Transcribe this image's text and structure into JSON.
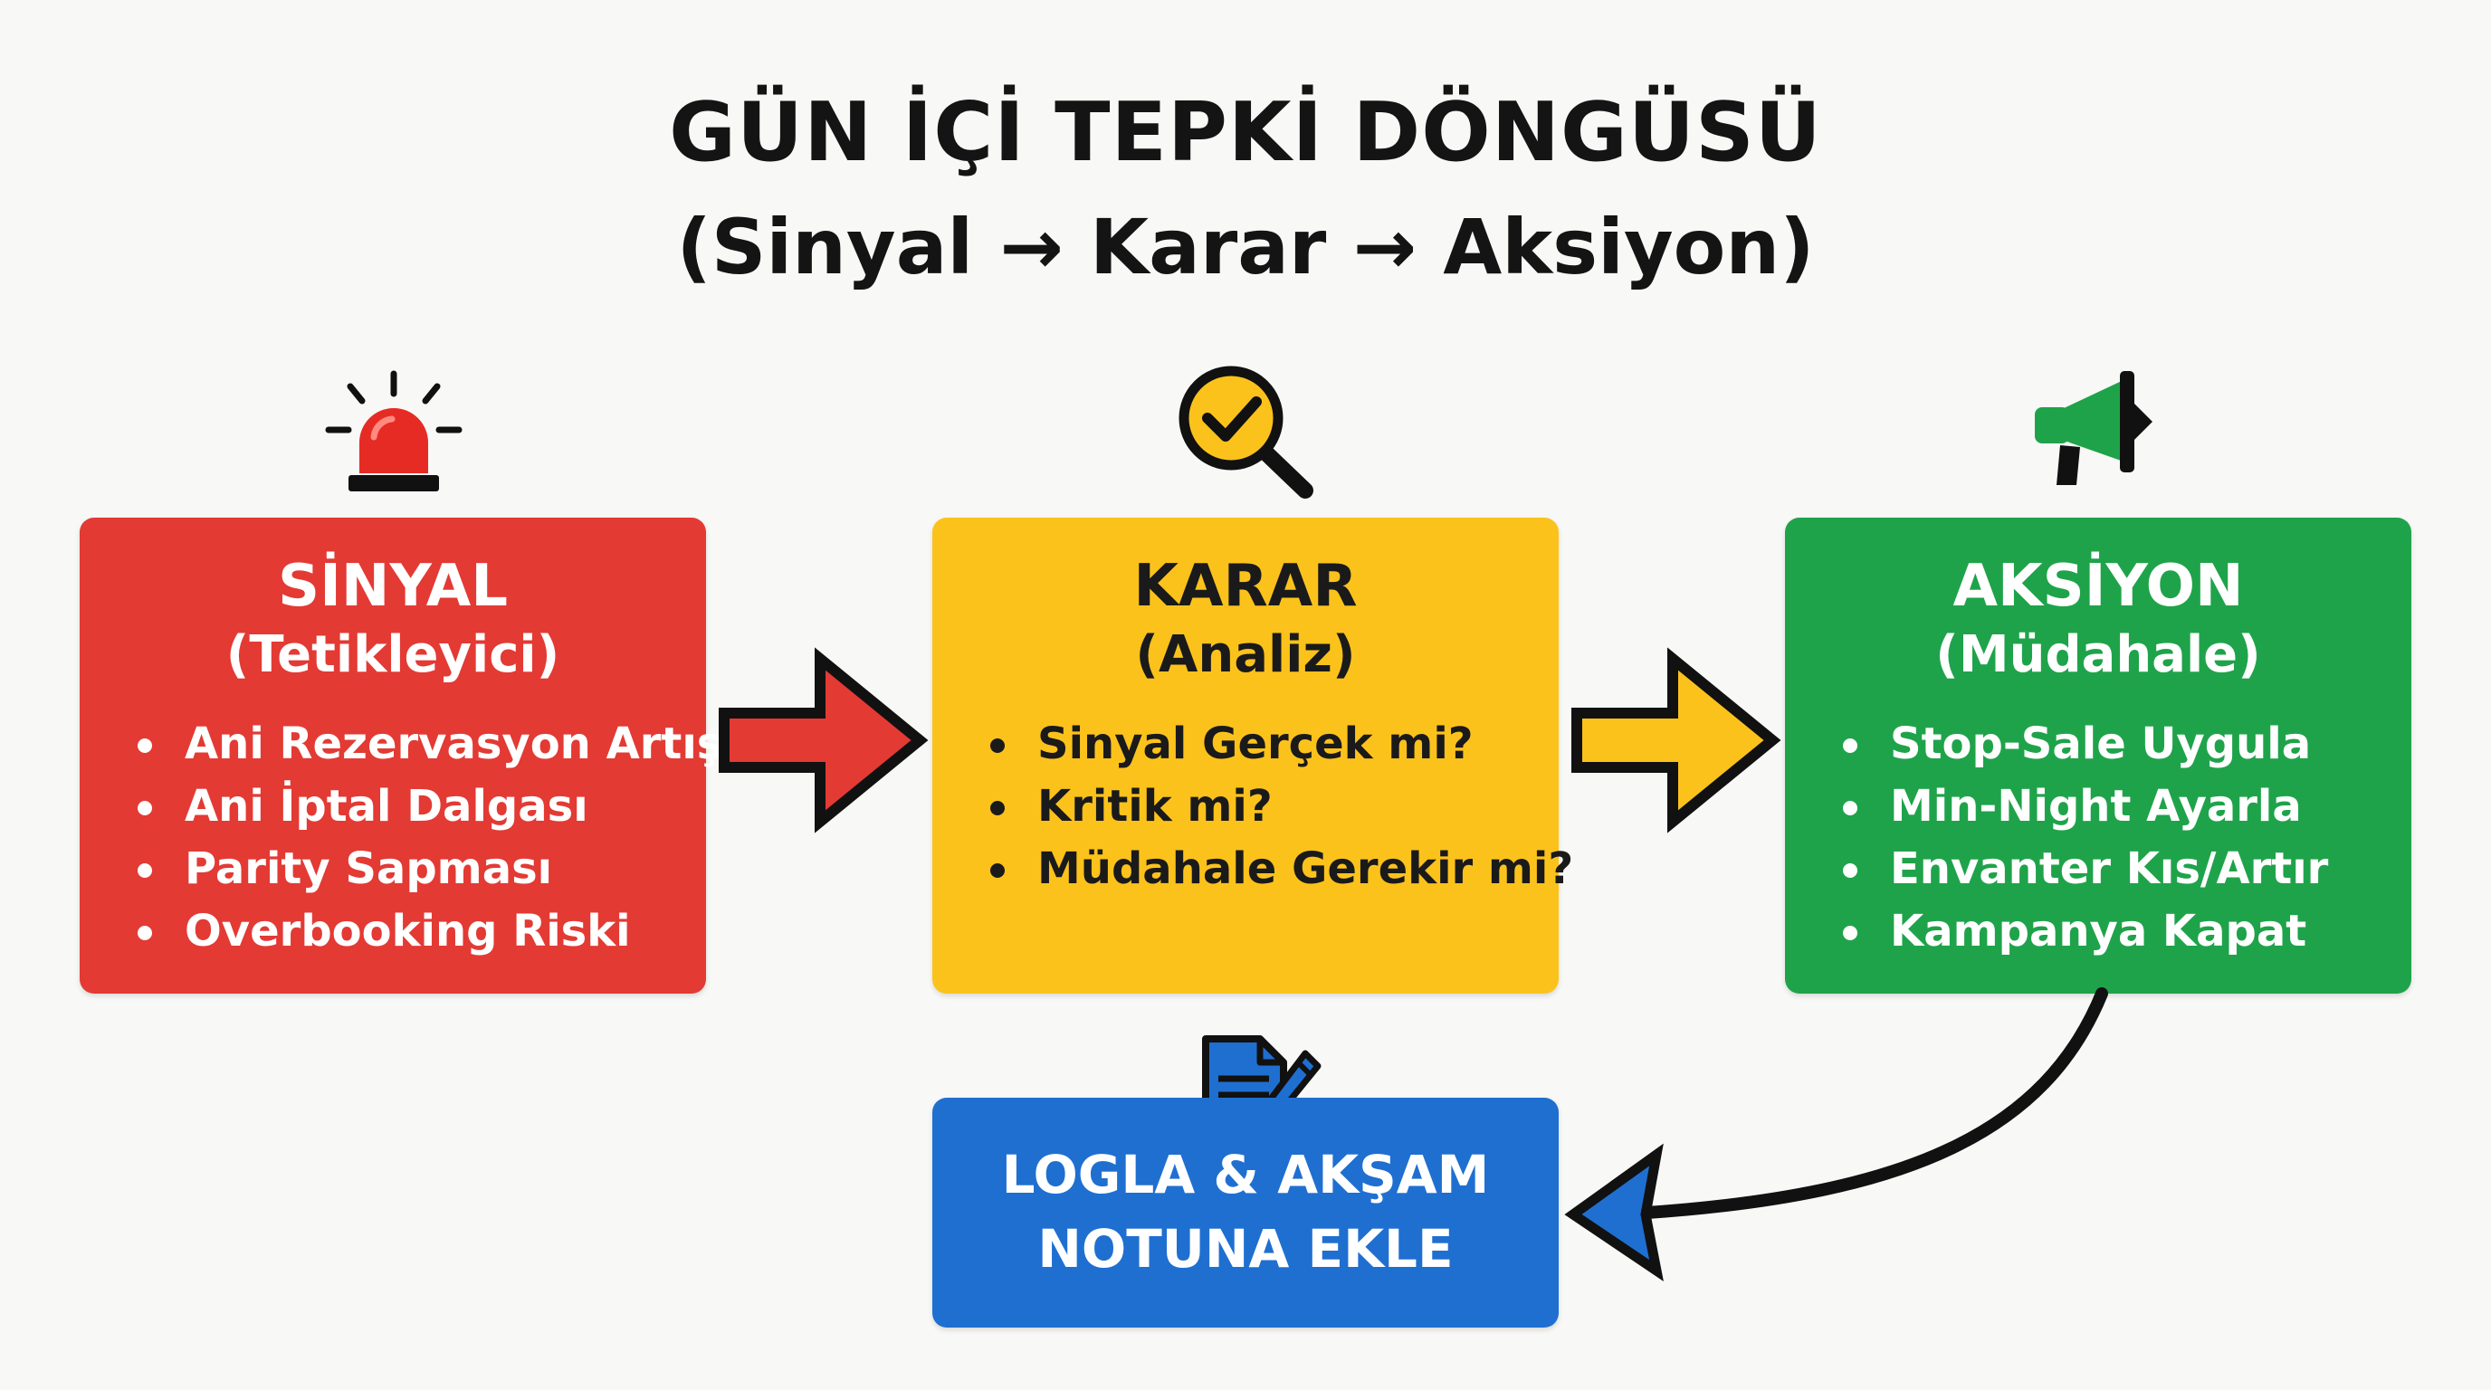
{
  "title": {
    "main": "GÜN İÇİ TEPKİ DÖNGÜSÜ",
    "sub": "(Sinyal → Karar → Aksiyon)"
  },
  "boxes": {
    "signal": {
      "heading": "SİNYAL",
      "subheading": "(Tetikleyici)",
      "items": [
        "Ani Rezervasyon Artışı",
        "Ani İptal Dalgası",
        "Parity Sapması",
        "Overbooking Riski"
      ],
      "color": "#e33a34",
      "icon": "siren-icon"
    },
    "decision": {
      "heading": "KARAR",
      "subheading": "(Analiz)",
      "items": [
        "Sinyal Gerçek mi?",
        "Kritik mi?",
        "Müdahale Gerekir mi?"
      ],
      "color": "#fcc21c",
      "icon": "magnifier-check-icon"
    },
    "action": {
      "heading": "AKSİYON",
      "subheading": "(Müdahale)",
      "items": [
        "Stop-Sale Uygula",
        "Min-Night Ayarla",
        "Envanter Kıs/Artır",
        "Kampanya Kapat"
      ],
      "color": "#1fa34a",
      "icon": "megaphone-icon"
    },
    "log": {
      "line1": "LOGLA & AKŞAM",
      "line2": "NOTUNA EKLE",
      "color": "#1f6fd1",
      "icon": "document-pen-icon"
    }
  }
}
